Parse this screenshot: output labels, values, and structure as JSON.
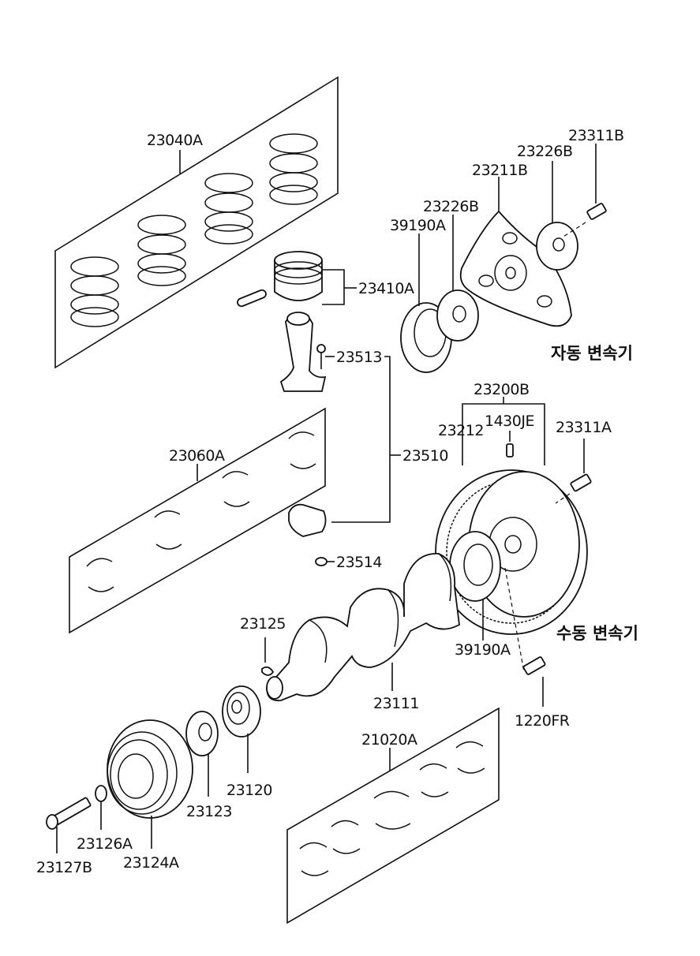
{
  "labels": {
    "rings": "23040A",
    "piston": "23410A",
    "bolt_rod": "23513",
    "rod_assy": "23510",
    "nut_rod": "23514",
    "rod_bearings": "23060A",
    "bolt_flex": "23311B",
    "adapter_b_top": "23226B",
    "drive_plate": "23211B",
    "adapter_b_mid": "23226B",
    "ring_gear_at": "39190A",
    "flywheel_assy": "23200B",
    "dowel": "1430JE",
    "flywheel": "23212",
    "bolt_fly": "23311A",
    "ring_gear_mt": "39190A",
    "bolt_220": "1220FR",
    "key": "23125",
    "crankshaft": "23111",
    "main_bearings": "21020A",
    "sprocket": "23120",
    "plate": "23123",
    "pulley": "23124A",
    "washer": "23126A",
    "bolt_pulley": "23127B"
  },
  "notes": {
    "automatic": "자동 변속기",
    "manual": "수동 변속기"
  }
}
